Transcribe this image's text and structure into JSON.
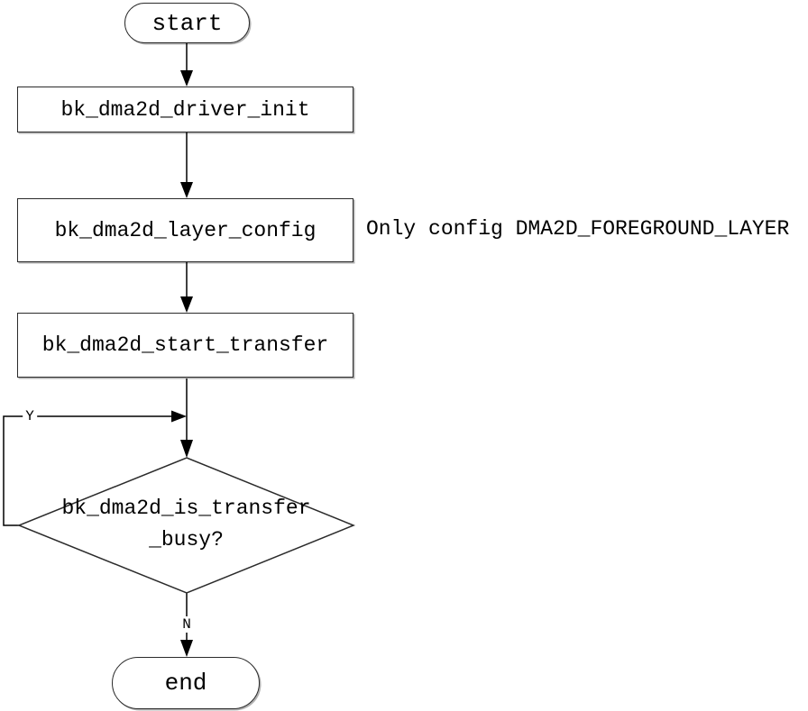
{
  "flowchart": {
    "nodes": {
      "start": {
        "label": "start",
        "type": "terminator"
      },
      "driver_init": {
        "label": "bk_dma2d_driver_init",
        "type": "process"
      },
      "layer_config": {
        "label": "bk_dma2d_layer_config",
        "type": "process"
      },
      "start_transfer": {
        "label": "bk_dma2d_start_transfer",
        "type": "process"
      },
      "busy_decision": {
        "label_line1": "bk_dma2d_is_transfer",
        "label_line2": "_busy?",
        "type": "decision"
      },
      "end": {
        "label": "end",
        "type": "terminator"
      }
    },
    "edge_labels": {
      "yes": "Y",
      "no": "N"
    },
    "annotation": "Only config DMA2D_FOREGROUND_LAYER",
    "colors": {
      "line": "#000000",
      "node_border": "#2b2b2b",
      "node_fill": "#ffffff",
      "background": "#ffffff",
      "text": "#000000"
    }
  }
}
